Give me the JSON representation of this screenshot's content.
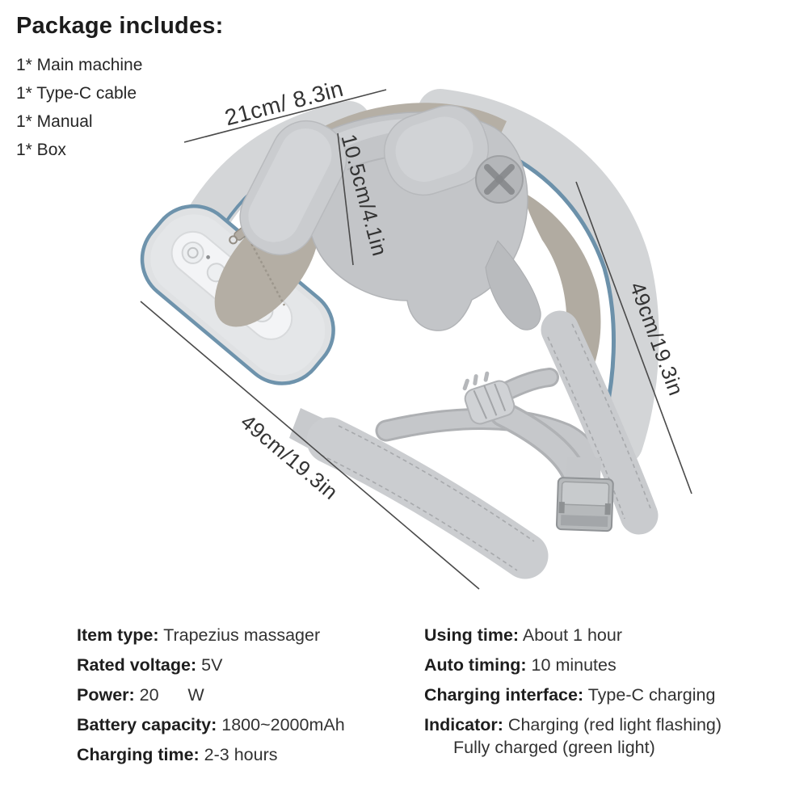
{
  "package": {
    "heading": "Package includes:",
    "items": [
      "1* Main machine",
      "1* Type-C cable",
      "1* Manual",
      "1* Box"
    ]
  },
  "dimensions": {
    "width_label": "21cm/ 8.3in",
    "height_label": "10.5cm/4.1in",
    "strap_right_label": "49cm/19.3in",
    "strap_left_label": "49cm/19.3in"
  },
  "specs": {
    "left": [
      {
        "label": "Item type:",
        "value": " Trapezius massager"
      },
      {
        "label": "Rated voltage:",
        "value": " 5V"
      },
      {
        "label": "Power:",
        "value": " 20      W"
      },
      {
        "label": "Battery capacity:",
        "value": " 1800~2000mAh"
      },
      {
        "label": "Charging time:",
        "value": " 2-3 hours"
      }
    ],
    "right": [
      {
        "label": "Using time:",
        "value": " About 1 hour"
      },
      {
        "label": "Auto timing:",
        "value": " 10 minutes"
      },
      {
        "label": "Charging interface:",
        "value": " Type-C charging"
      },
      {
        "label": "Indicator:",
        "value": " Charging (red light flashing)",
        "value_line2": "Fully charged (green light)"
      }
    ]
  },
  "product": {
    "description": "Gray trapezius neck and shoulder massager with blue piping, control panel, shoulder straps and buckle",
    "colors": {
      "band_gray": "#d3d5d7",
      "body_gray": "#c3c5c8",
      "pillow_gray": "#cacccf",
      "lining_tan": "#b3ada3",
      "piping_blue": "#6c91aa",
      "strap_gray": "#c9cbce",
      "buckle_gray": "#b6b9bb",
      "panel_white": "#f2f3f5",
      "dimension_line": "#4a4a4a"
    }
  }
}
